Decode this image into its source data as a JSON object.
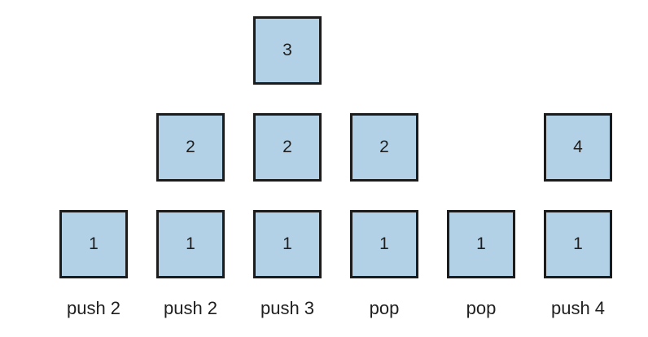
{
  "steps": [
    {
      "label": "push 2",
      "stack": [
        "1"
      ]
    },
    {
      "label": "push 2",
      "stack": [
        "1",
        "2"
      ]
    },
    {
      "label": "push 3",
      "stack": [
        "1",
        "2",
        "3"
      ]
    },
    {
      "label": "pop",
      "stack": [
        "1",
        "2"
      ]
    },
    {
      "label": "pop",
      "stack": [
        "1"
      ]
    },
    {
      "label": "push 4",
      "stack": [
        "1",
        "4"
      ]
    }
  ],
  "colors": {
    "block_fill": "#b3d1e6",
    "block_border": "#1c1c1c",
    "text": "#1f1f1f"
  }
}
